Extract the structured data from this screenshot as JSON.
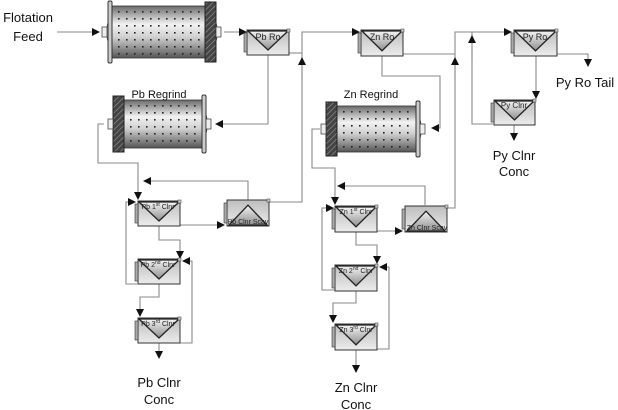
{
  "labels": {
    "feed_line1": "Flotation",
    "feed_line2": "Feed",
    "pb_regrind": "Pb Regrind",
    "zn_regrind": "Zn Regrind",
    "py_ro_tail": "Py Ro Tail",
    "py_conc_line1": "Py Clnr",
    "py_conc_line2": "Conc",
    "pb_conc_line1": "Pb Clnr",
    "pb_conc_line2": "Conc",
    "zn_conc_line1": "Zn Clnr",
    "zn_conc_line2": "Conc"
  },
  "cells": {
    "pb_ro": "Pb Ro",
    "zn_ro": "Zn Ro",
    "py_ro": "Py Ro",
    "py_clnr": "Py Clnr",
    "pb_clnr_scav": "Pb Clnr Scav",
    "zn_clnr_scav": "Zn Clnr Scav",
    "pb_1": {
      "pre": "Pb 1",
      "sup": "st",
      "post": " Clnr"
    },
    "pb_2": {
      "pre": "Pb 2",
      "sup": "nd",
      "post": " Clnr"
    },
    "pb_3": {
      "pre": "Pb 3",
      "sup": "rd",
      "post": " Clnr"
    },
    "zn_1": {
      "pre": "Zn 1",
      "sup": "st",
      "post": " Clnr"
    },
    "zn_2": {
      "pre": "Zn 2",
      "sup": "nd",
      "post": " Clnr"
    },
    "zn_3": {
      "pre": "Zn 3",
      "sup": "rd",
      "post": " Clnr"
    }
  },
  "colors": {
    "line": "#8a8a8a",
    "arrow": "#111111",
    "cell_fill": "#d9d9d9",
    "mill_dark": "#3a3a3a"
  }
}
